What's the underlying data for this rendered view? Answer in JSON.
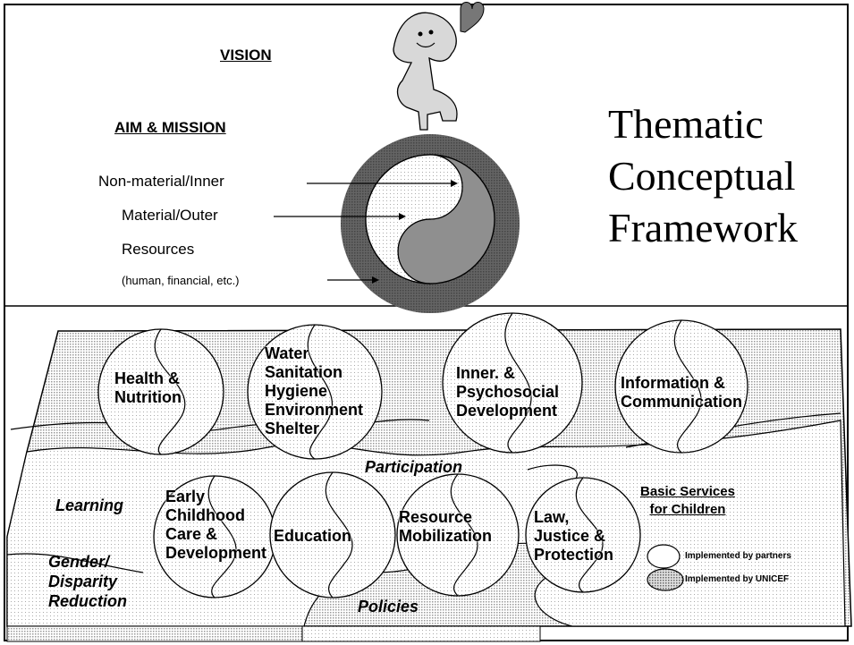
{
  "header": {
    "vision": "VISION",
    "aim_mission": "AIM & MISSION"
  },
  "title_lines": [
    "Thematic",
    "Conceptual",
    "Framework"
  ],
  "circle_labels": {
    "non_material": "Non-material/Inner",
    "material": "Material/Outer",
    "resources": "Resources",
    "resources_note": "(human, financial, etc.)"
  },
  "top_row": {
    "health": [
      "Health &",
      "Nutrition"
    ],
    "water": [
      "Water",
      "Sanitation",
      "Hygiene",
      "Environment",
      "Shelter"
    ],
    "inner": [
      "Inner. &",
      "Psychosocial",
      "Development"
    ],
    "information": [
      "Information &",
      "Communication"
    ]
  },
  "bottom_row": {
    "ecd": [
      "Early",
      "Childhood",
      "Care &",
      "Development"
    ],
    "education": "Education",
    "resource": [
      "Resource",
      "Mobilization"
    ],
    "law": [
      "Law,",
      "Justice &",
      "Protection"
    ]
  },
  "cross_cutting": {
    "participation": "Participation",
    "learning": "Learning",
    "gender": [
      "Gender/",
      "Disparity",
      "Reduction"
    ],
    "policies": "Policies",
    "basic_services": [
      "Basic Services",
      "for Children"
    ]
  },
  "legend": {
    "partners": "Implemented by partners",
    "unicef": "Implemented by UNICEF"
  },
  "colors": {
    "outer_ring": "#3a3a3a",
    "inner_disc": "#c9c9c9",
    "inner_dark": "#8a8a8a",
    "stipple": "#bdbdbd"
  }
}
